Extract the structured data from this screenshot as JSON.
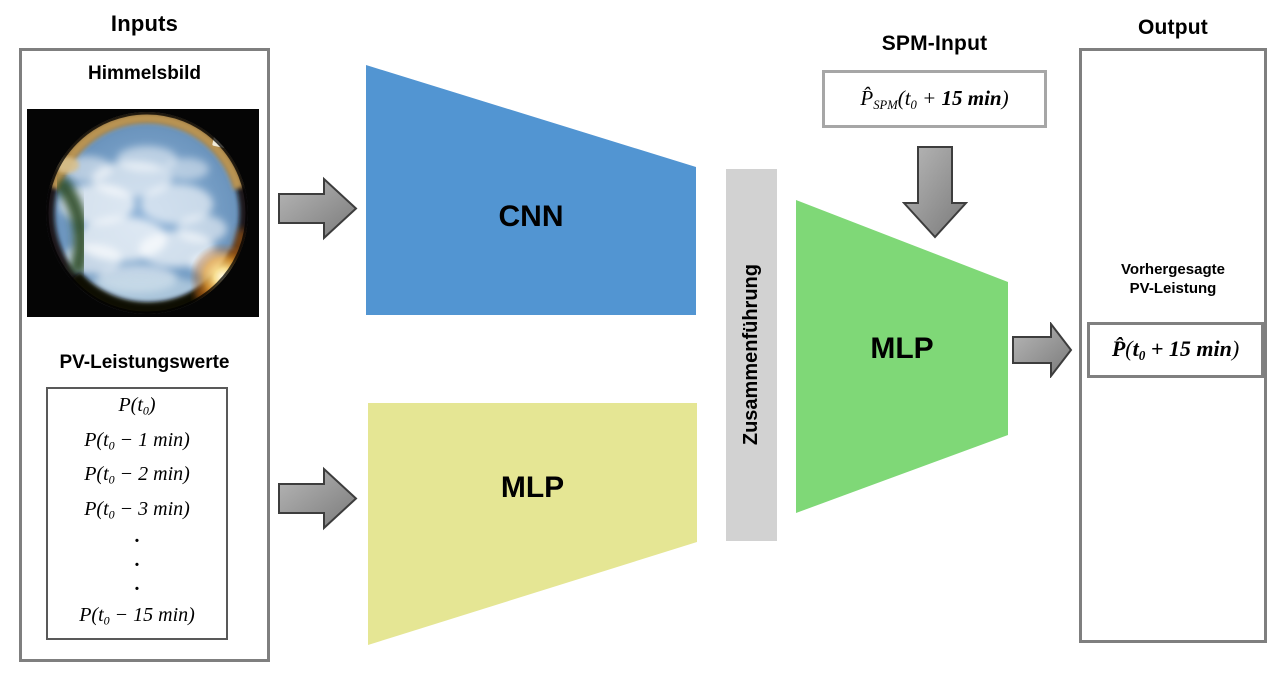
{
  "section_titles": {
    "inputs": "Inputs",
    "spm_input": "SPM-Input",
    "output": "Output"
  },
  "inputs_panel": {
    "himmelsbild_label": "Himmelsbild",
    "sky_image_alt": "fisheye sky photo with clouds",
    "pv_label": "PV-Leistungswerte",
    "pv_lines": [
      [
        {
          "t": "P(t",
          "c": "i"
        },
        {
          "t": "0",
          "c": "s"
        },
        {
          "t": ")",
          "c": "i"
        }
      ],
      [
        {
          "t": "P(t",
          "c": "i"
        },
        {
          "t": "0",
          "c": "s"
        },
        {
          "t": " − 1 min)",
          "c": "i"
        }
      ],
      [
        {
          "t": "P(t",
          "c": "i"
        },
        {
          "t": "0",
          "c": "s"
        },
        {
          "t": " − 2 min)",
          "c": "i"
        }
      ],
      [
        {
          "t": "P(t",
          "c": "i"
        },
        {
          "t": "0",
          "c": "s"
        },
        {
          "t": " − 3 min)",
          "c": "i"
        }
      ],
      [
        {
          "t": "·",
          "c": "dot"
        }
      ],
      [
        {
          "t": "·",
          "c": "dot"
        }
      ],
      [
        {
          "t": "·",
          "c": "dot"
        }
      ],
      [
        {
          "t": "P(t",
          "c": "i"
        },
        {
          "t": "0",
          "c": "s"
        },
        {
          "t": " − 15 min)",
          "c": "i"
        }
      ]
    ]
  },
  "branches": {
    "cnn_label": "CNN",
    "mlp_label": "MLP"
  },
  "merge_label": "Zusammenführung",
  "head": {
    "mlp_label": "MLP"
  },
  "spm": {
    "math": [
      {
        "t": "P̂",
        "c": "i"
      },
      {
        "t": "SPM",
        "c": "s"
      },
      {
        "t": "(t",
        "c": "i"
      },
      {
        "t": "0",
        "c": "s"
      },
      {
        "t": " + ",
        "c": "i"
      },
      {
        "t": "15 min",
        "c": "bi"
      },
      {
        "t": ")",
        "c": "i"
      }
    ]
  },
  "output_panel": {
    "predicted_line1": "Vorhergesagte",
    "predicted_line2": "PV-Leistung",
    "math": [
      {
        "t": "P̂",
        "c": "bi"
      },
      {
        "t": "(",
        "c": "i"
      },
      {
        "t": "t",
        "c": "bi"
      },
      {
        "t": "0",
        "c": "bs"
      },
      {
        "t": " + ",
        "c": "bi"
      },
      {
        "t": "15 min",
        "c": "bi"
      },
      {
        "t": ")",
        "c": "i"
      }
    ]
  },
  "colors": {
    "cnn_blue": "#5295d2",
    "mlp_yellow": "#e5e694",
    "head_green": "#7fd877",
    "merge_gray": "#d2d2d2",
    "arrow_border": "#3d3d3d",
    "box_border": "#7f7f7f"
  }
}
